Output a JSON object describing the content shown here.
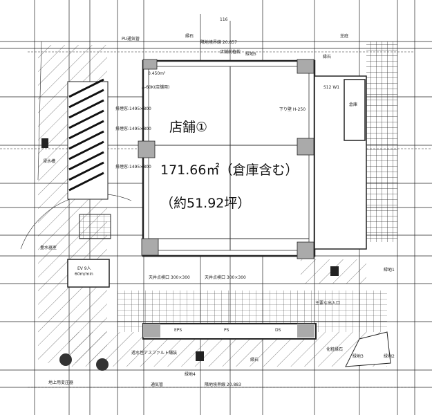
{
  "store": {
    "name": "店舗①",
    "area": "171.66㎡（倉庫含む）",
    "tsubo": "（約51.92坪）"
  },
  "labels": {
    "dim_top": "116",
    "boundary_top": "隣地境界線 20.857",
    "boundary_bottom": "隣地境界線 20.883",
    "curb_top": "縁石",
    "curb_top2": "縁石",
    "curb_right": "縁石",
    "curb_bottom": "縁石",
    "pipe_top": "PU通気管",
    "green5": "緑地5",
    "green4": "緑地4",
    "green3": "緑地3",
    "green2": "緑地2",
    "green1": "緑地1",
    "planting": "店舗前植栽",
    "lawn": "芝庭",
    "storage": "倉庫",
    "drop_wall": "下り壁 H-250",
    "door_code": "S12 W1",
    "smoke_window_1": "排煙窓:1495×800",
    "smoke_window_2": "排煙窓:1495×800",
    "smoke_window_3": "排煙窓:1495×800",
    "vent_area": "0.450m²",
    "fire_damper": "A-60K(店舗用)",
    "ceiling_hatch_1": "天井点検口 300×300",
    "ceiling_hatch_2": "天井点検口 300×300",
    "ev": "EV 9人",
    "ev_speed": "60m/min",
    "permeable": "透水性アスファルト舗装",
    "main_entrance": "主要な出入口",
    "decor_curb": "化粧縁石",
    "vent_pipe": "通気管",
    "eps": "EPS",
    "ps": "PS",
    "ds": "DS",
    "seepage": "浸水槽",
    "transformer": "地上用変圧器",
    "water_meter": "量水器室"
  }
}
